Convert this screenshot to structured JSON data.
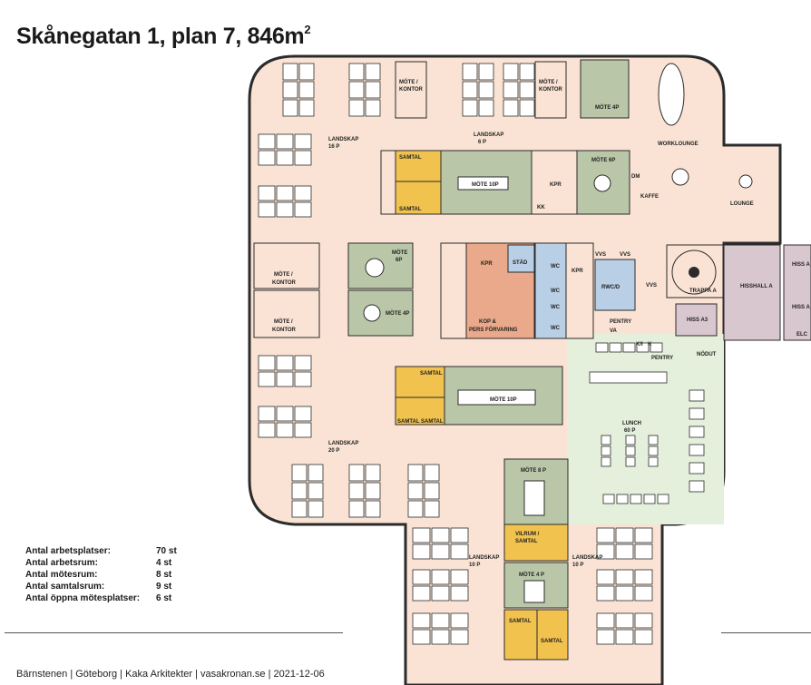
{
  "header": {
    "title": "Skånegatan 1, plan 7, 846m",
    "title_sup": "2"
  },
  "stats": [
    {
      "label": "Antal arbetsplatser:",
      "value": "70 st"
    },
    {
      "label": "Antal arbetsrum:",
      "value": "4 st"
    },
    {
      "label": "Antal mötesrum:",
      "value": "8 st"
    },
    {
      "label": "Antal samtalsrum:",
      "value": "9 st"
    },
    {
      "label": "Antal öppna mötesplatser:",
      "value": "6 st"
    }
  ],
  "footer": {
    "text": "Bärnstenen | Göteborg | Kaka Arkitekter | vasakronan.se | 2021-12-06"
  },
  "rooms": {
    "mote_kontor_top_1": "MÖTE /",
    "mote_kontor_top_1b": "KONTOR",
    "mote_kontor_top_2": "MÖTE /",
    "mote_kontor_top_2b": "KONTOR",
    "mote_4p_top": "MÖTE 4P",
    "landskap_16": "LANDSKAP",
    "landskap_16b": "16 P",
    "landskap_6": "LANDSKAP",
    "landskap_6b": "6 P",
    "worklounge": "WORKLOUNGE",
    "samtal_1": "SAMTAL",
    "samtal_2": "SAMTAL",
    "mote_10p_top": "MÖTE 10P",
    "kpr_top": "KPR",
    "mote_6p_right": "MÖTE 6P",
    "dm": "DM",
    "kaffe": "KAFFE",
    "kk": "KK",
    "lounge": "LOUNGE",
    "mote_6p_left": "MÖTE",
    "mote_6p_leftb": "6P",
    "mote_kontor_left_1": "MÖTE /",
    "mote_kontor_left_1b": "KONTOR",
    "mote_4p_left": "MÖTE 4P",
    "mote_kontor_left_2": "MÖTE /",
    "mote_kontor_left_2b": "KONTOR",
    "kpr_core": "KPR",
    "stad": "STÄD",
    "kop_pers": "KOP &",
    "kop_persb": "PERS FÖRVARING",
    "wc1": "WC",
    "wc2": "WC",
    "wc3": "WC",
    "wc4": "WC",
    "kpr_core2": "KPR",
    "vvs1": "VVS",
    "vvs2": "VVS",
    "vvs3": "VVS",
    "rwc_d": "RWC/D",
    "pentry_core": "PENTRY",
    "va": "VA",
    "trappa_a": "TRAPPA A",
    "hisshall_a": "HISSHALL A",
    "hiss_a3": "HISS A3",
    "hiss_right_1": "HISS A",
    "hiss_right_2": "HISS A",
    "elc": "ELC",
    "kk_core": "K/I",
    "k_core": "K",
    "pentry_2": "PENTRY",
    "nodout": "NÖDUT",
    "samtal_3": "SAMTAL",
    "samtal_4": "SAMTAL",
    "samtal_5": "SAMTAL",
    "mote_10p_mid": "MÖTE 10P",
    "lunch": "LUNCH",
    "lunchb": "60 P",
    "landskap_20": "LANDSKAP",
    "landskap_20b": "20 P",
    "mote_8p": "MÖTE 8 P",
    "vilrum": "VILRUM /",
    "vilrumb": "SAMTAL",
    "mote_4p_bottom": "MÖTE 4 P",
    "landskap_10_left": "LANDSKAP",
    "landskap_10_leftb": "10 P",
    "landskap_10_right": "LANDSKAP",
    "landskap_10_rightb": "10 P",
    "samtal_6": "SAMTAL",
    "samtal_7": "SAMTAL"
  },
  "colors": {
    "floor": "#fae3d4",
    "meeting": "#b9c7a8",
    "phone": "#f2c24e",
    "wc": "#b9cfe6",
    "storage": "#e9a98a",
    "lunch": "#e4f0dc",
    "core": "#d9c7cf",
    "wall": "#2b2b2b"
  }
}
